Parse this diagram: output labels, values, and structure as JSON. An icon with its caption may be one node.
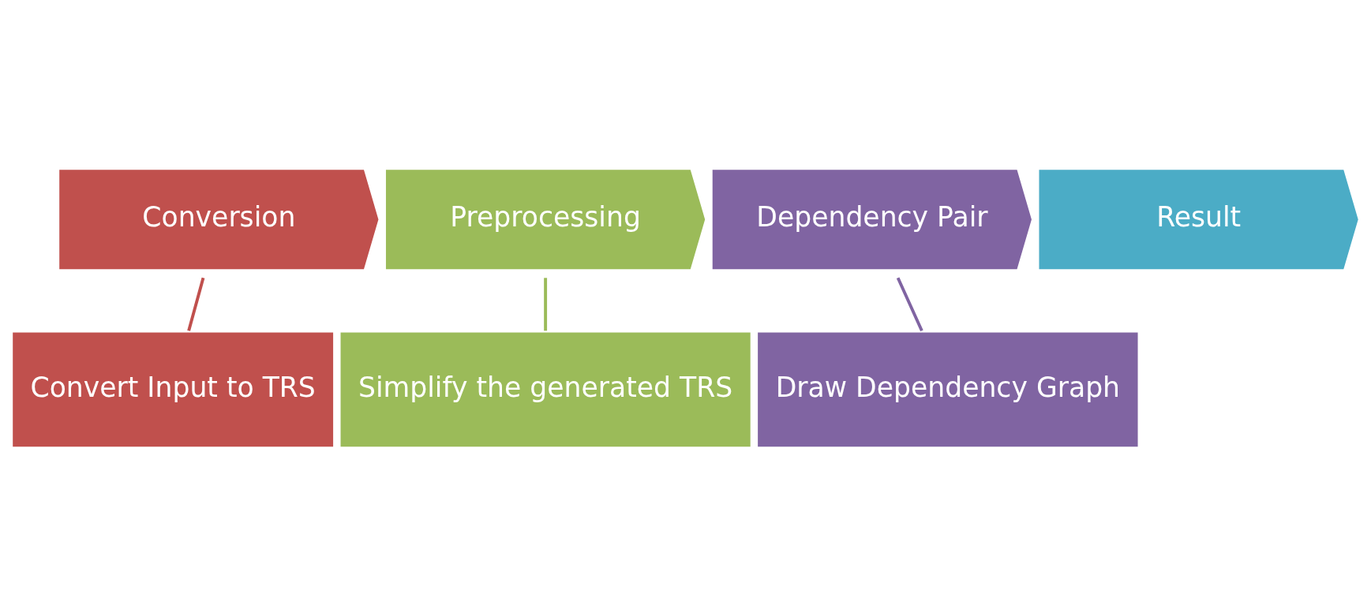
{
  "diagram": {
    "nodes": [
      {
        "text": [
          "Conversion"
        ]
      },
      {
        "text": [
          "Preprocessing"
        ]
      },
      {
        "text": [
          "Dependency Pair"
        ]
      },
      {
        "text": [
          "Result"
        ]
      },
      {
        "text": [
          "Convert Input to TRS"
        ]
      },
      {
        "text": [
          "Simplify the generated TRS"
        ]
      },
      {
        "text": [
          "Draw Dependency Graph"
        ]
      }
    ],
    "edges": [
      {
        "from": 0,
        "to": 4,
        "arrow": "none",
        "color": "#c0504d"
      },
      {
        "from": 1,
        "to": 5,
        "arrow": "none",
        "color": "#9bbb59"
      },
      {
        "from": 2,
        "to": 6,
        "arrow": "none",
        "color": "#8064a2"
      }
    ]
  }
}
